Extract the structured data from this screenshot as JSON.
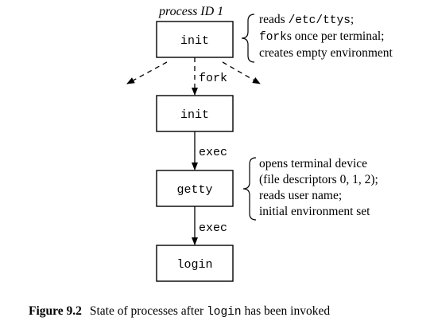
{
  "diagram": {
    "process_id_label": "process ID 1",
    "boxes": {
      "init_top": "init",
      "init_child": "init",
      "getty": "getty",
      "login": "login"
    },
    "edges": {
      "fork": "fork",
      "exec1": "exec",
      "exec2": "exec"
    },
    "note_init": {
      "line1_prefix": "reads ",
      "line1_code": "/etc/ttys",
      "line1_suffix": ";",
      "line2_code": "fork",
      "line2_suffix": "s once per terminal;",
      "line3": "creates empty environment"
    },
    "note_getty": {
      "line1": "opens terminal device",
      "line2": "(file descriptors 0, 1, 2);",
      "line3": "reads user name;",
      "line4": "initial environment set"
    }
  },
  "caption": {
    "figure": "Figure 9.2",
    "text_before": "State of processes after ",
    "code": "login",
    "text_after": " has been invoked"
  }
}
